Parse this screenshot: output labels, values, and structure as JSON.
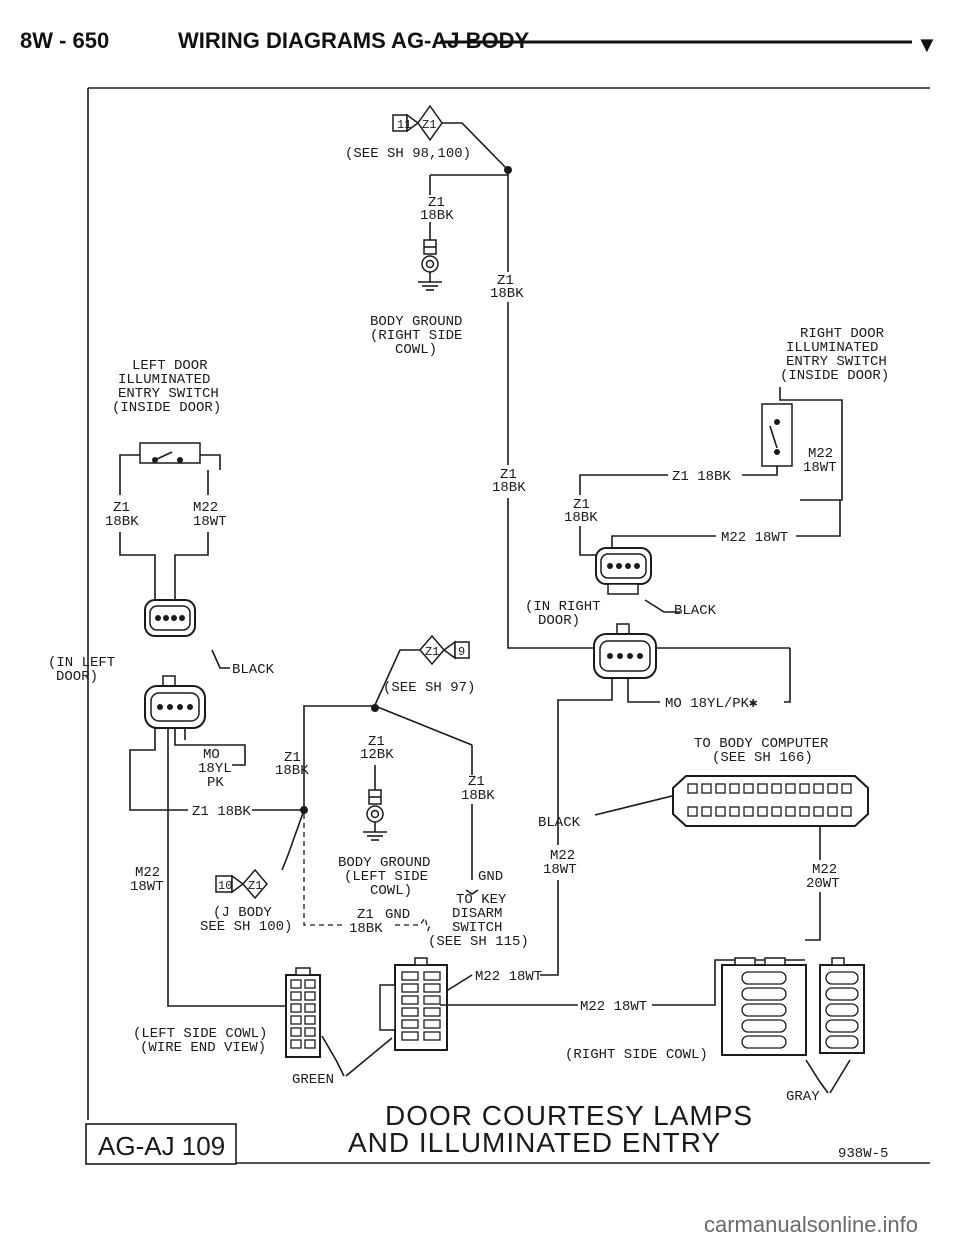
{
  "header": {
    "page_ref": "8W - 650",
    "title": "WIRING DIAGRAMS AG-AJ BODY",
    "marker": "▼"
  },
  "labels": {
    "top_connector_num": "11",
    "top_connector_circuit": "Z1",
    "top_see": "(SEE SH 98,100)",
    "z1": "Z1",
    "bk18": "18BK",
    "body_ground_r1": "BODY GROUND",
    "body_ground_r2": "(RIGHT SIDE",
    "body_ground_r3": "COWL)",
    "left_sw_1": "LEFT DOOR",
    "left_sw_2": "ILLUMINATED",
    "left_sw_3": "ENTRY SWITCH",
    "left_sw_4": "(INSIDE DOOR)",
    "right_sw_1": "RIGHT DOOR",
    "right_sw_2": "ILLUMINATED",
    "right_sw_3": "ENTRY SWITCH",
    "right_sw_4": "(INSIDE DOOR)",
    "m22": "M22",
    "wt18": "18WT",
    "z1_18bk": "Z1 18BK",
    "m22_18wt": "M22 18WT",
    "in_right_door_1": "(IN RIGHT",
    "in_right_door_2": "DOOR)",
    "in_left_door_1": "(IN LEFT",
    "in_left_door_2": "DOOR)",
    "black": "BLACK",
    "mid_connector_circuit": "Z1",
    "mid_connector_num": "9",
    "mid_see": "(SEE SH 97)",
    "mo_18yl_pk": "MO 18YL/PK✱",
    "body_computer_1": "TO BODY COMPUTER",
    "body_computer_2": "(SEE SH 166)",
    "mo": "MO",
    "yl18": "18YL",
    "pk": "PK",
    "bk12": "12BK",
    "body_ground_l1": "BODY GROUND",
    "body_ground_l2": "(LEFT SIDE",
    "body_ground_l3": "COWL)",
    "gnd": "GND",
    "to_key_1": "TO KEY",
    "to_key_2": "DISARM",
    "to_key_3": "SWITCH",
    "to_key_4": "(SEE SH 115)",
    "lower_connector_num": "10",
    "lower_connector_circuit": "Z1",
    "j_body_1": "(J BODY",
    "j_body_2": "SEE SH 100)",
    "wt20": "20WT",
    "left_cowl_1": "(LEFT SIDE COWL)",
    "left_cowl_2": "(WIRE END VIEW)",
    "green": "GREEN",
    "right_cowl": "(RIGHT SIDE COWL)",
    "gray": "GRAY"
  },
  "footer": {
    "title_1": "DOOR COURTESY LAMPS",
    "title_2": "AND ILLUMINATED ENTRY",
    "page_box": "AG-AJ 109",
    "fig_code": "938W-5",
    "watermark": "carmanualsonline.info"
  }
}
